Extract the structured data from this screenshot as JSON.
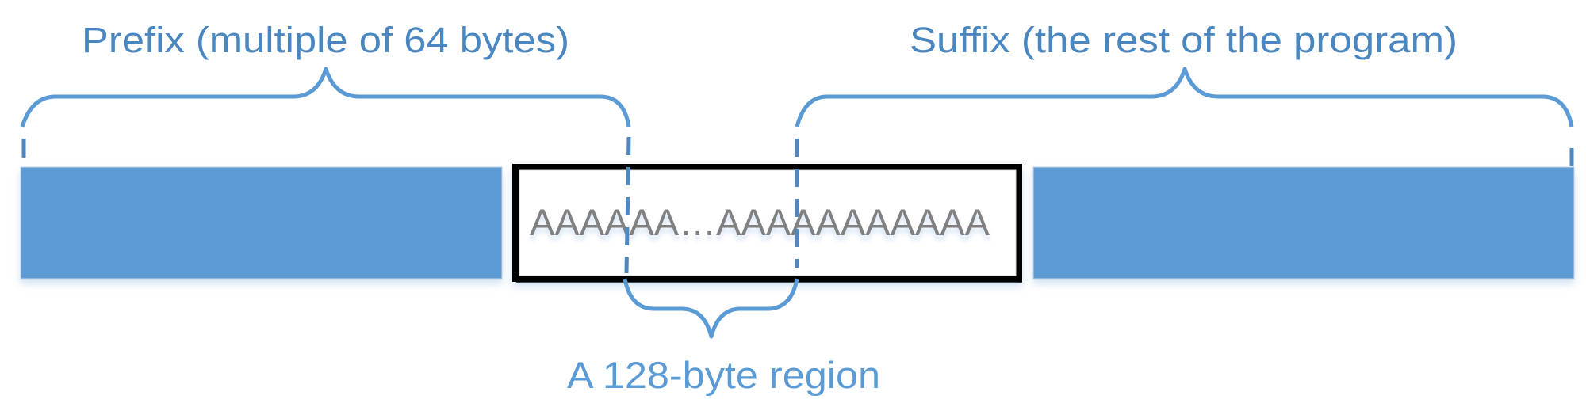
{
  "diagram": {
    "prefix_label": "Prefix (multiple of 64 bytes)",
    "suffix_label": "Suffix (the rest of the program)",
    "region_label": "A 128-byte region",
    "fill_text": "AAAAAA…AAAAAAAAAAA",
    "segments": [
      {
        "name": "prefix-block",
        "fill": "block"
      },
      {
        "name": "filler-block",
        "fill": "text"
      },
      {
        "name": "suffix-block",
        "fill": "block"
      }
    ]
  },
  "colors": {
    "block_blue": "#5B9BD5",
    "label_blue": "#4A86C0",
    "brace_blue": "#5B9BD5",
    "dash_blue": "#4F88C0",
    "region_label_blue": "#5B9BD5",
    "box_border": "#000000",
    "fill_text_gray": "#808080"
  }
}
